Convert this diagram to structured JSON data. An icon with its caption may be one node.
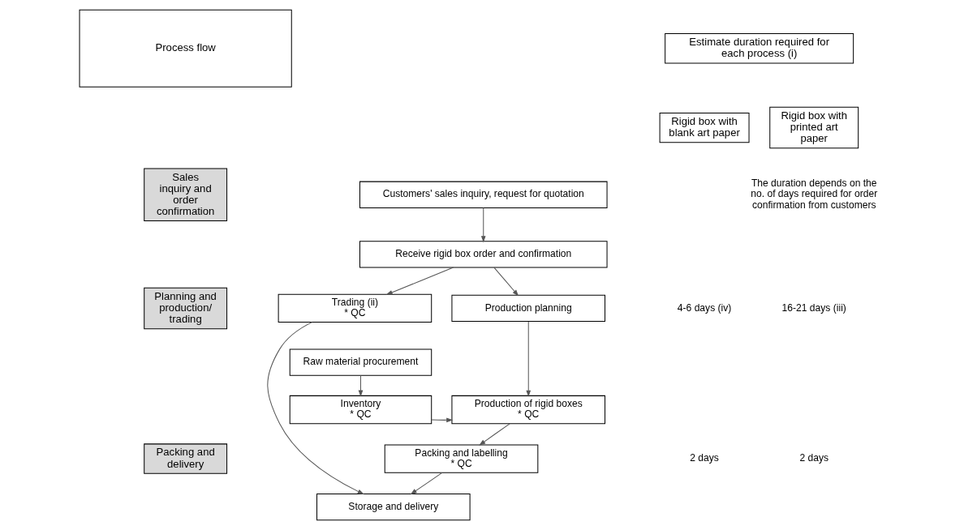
{
  "diagram": {
    "nodes": [
      {
        "text": [
          "Process flow"
        ]
      },
      {
        "text": [
          "Estimate duration required for each process (i)"
        ]
      },
      {
        "text": [
          "Rigid box with printed art paper"
        ]
      },
      {
        "text": [
          "Rigid box with blank art paper"
        ]
      },
      {
        "text": [
          "Sales inquiry and order confirmation"
        ]
      },
      {
        "text": [
          "Customers' sales inquiry, request for quotation"
        ]
      },
      {
        "text": [
          "Receive rigid box order and confirmation"
        ]
      },
      {
        "text": [
          "Planning and production/ trading"
        ]
      },
      {
        "text": [
          "Production planning"
        ]
      },
      {
        "text": [
          "Trading (ii)",
          "* QC"
        ]
      },
      {
        "text": [
          "Raw material procurement"
        ]
      },
      {
        "text": [
          "Production of rigid boxes",
          "* QC"
        ]
      },
      {
        "text": [
          "Inventory",
          "* QC"
        ]
      },
      {
        "text": [
          "Packing and delivery"
        ]
      },
      {
        "text": [
          "Packing and labelling",
          "* QC"
        ]
      },
      {
        "text": [
          "Storage and delivery"
        ]
      }
    ],
    "edges": [
      {
        "from": 5,
        "to": 6,
        "arrow": "to"
      },
      {
        "from": 6,
        "to": 8,
        "arrow": "to"
      },
      {
        "from": 6,
        "to": 9,
        "arrow": "to"
      },
      {
        "from": 8,
        "to": 11,
        "arrow": "to"
      },
      {
        "from": 10,
        "to": 12,
        "arrow": "to"
      },
      {
        "from": 12,
        "to": 11,
        "arrow": "to"
      },
      {
        "from": 11,
        "to": 14,
        "arrow": "to"
      },
      {
        "from": 14,
        "to": 15,
        "arrow": "to"
      },
      {
        "from": 9,
        "to": 15,
        "arrow": "to"
      }
    ],
    "labels": [
      "The duration depends on the no. of days required for order confirmation from customers",
      "16-21 days (iii)",
      "4-6 days (iv)",
      "2 days",
      "2 days"
    ]
  }
}
